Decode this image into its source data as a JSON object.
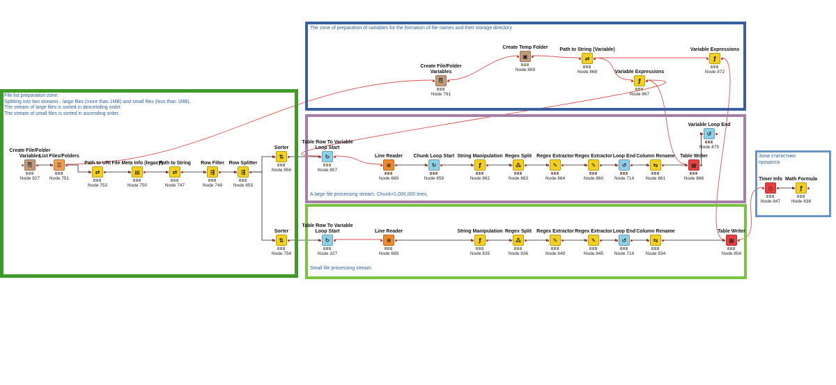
{
  "zones": [
    {
      "id": "top",
      "color": "#3a5fa0",
      "text_color": "#2b5ea0",
      "lines": [
        "The zone of preparation of variables for the formation of file names and their storage directory"
      ]
    },
    {
      "id": "left",
      "color": "#3f9a2a",
      "text_color": "#2b5ea0",
      "lines": [
        "File list preparation zone.",
        "Splitting into two streams - large files (more than 1MB) and small files (less than 1MB).",
        "The stream of large files is sorted in descending order.",
        "The stream of small files is sorted in ascending order."
      ]
    },
    {
      "id": "large",
      "color": "#a57fa8",
      "text_color": "#2b5ea0",
      "lines": [
        "A large file processing stream. Chunk=1,000,000 lines."
      ]
    },
    {
      "id": "small",
      "color": "#7cc242",
      "text_color": "#2b5ea0",
      "lines": [
        "Small file processing stream."
      ]
    },
    {
      "id": "stats",
      "color": "#6a93c0",
      "text_color": "#2b5ea0",
      "lines": [
        "Зона статистики",
        "процесса"
      ]
    }
  ],
  "nodes": [
    {
      "id": "n827",
      "label": "Create File/Folder Variables",
      "caption": "Node 827",
      "icon_name": "folder-variables-icon",
      "icon_color": "#c49a7a",
      "glyph": "⎘"
    },
    {
      "id": "n751",
      "label": "List Files/Folders",
      "caption": "Node 751",
      "icon_name": "list-files-icon",
      "icon_color": "#f0a050",
      "glyph": "☰"
    },
    {
      "id": "n753",
      "label": "Path to URI",
      "caption": "Node 753",
      "icon_name": "path-to-uri-icon",
      "icon_color": "#f5d020",
      "glyph": "⇄"
    },
    {
      "id": "n750",
      "label": "File Meta Info (legacy)",
      "caption": "Node 750",
      "icon_name": "file-meta-icon",
      "icon_color": "#f5d020",
      "glyph": "▤"
    },
    {
      "id": "n747",
      "label": "Path to String",
      "caption": "Node 747",
      "icon_name": "path-to-string-icon",
      "icon_color": "#f5d020",
      "glyph": "⇄"
    },
    {
      "id": "n749",
      "label": "Row Filter",
      "caption": "Node 749",
      "icon_name": "row-filter-icon",
      "icon_color": "#f5d020",
      "glyph": "⇶"
    },
    {
      "id": "n855",
      "label": "Row Splitter",
      "caption": "Node 855",
      "icon_name": "row-splitter-icon",
      "icon_color": "#f5d020",
      "glyph": "⇶"
    },
    {
      "id": "n856",
      "label": "Sorter",
      "caption": "Node 856",
      "icon_name": "sorter-icon",
      "icon_color": "#f5d020",
      "glyph": "⇅"
    },
    {
      "id": "n754",
      "label": "Sorter",
      "caption": "Node 754",
      "icon_name": "sorter-icon",
      "icon_color": "#f5d020",
      "glyph": "⇅"
    },
    {
      "id": "n761",
      "label": "Create File/Folder Variables",
      "caption": "Node 761",
      "icon_name": "folder-variables-icon",
      "icon_color": "#c49a7a",
      "glyph": "⎘"
    },
    {
      "id": "n869",
      "label": "Create Temp Folder",
      "caption": "Node 869",
      "icon_name": "temp-folder-icon",
      "icon_color": "#c49a7a",
      "glyph": "▣"
    },
    {
      "id": "n868",
      "label": "Path to String (Variable)",
      "caption": "Node 868",
      "icon_name": "path-to-string-icon",
      "icon_color": "#f5d020",
      "glyph": "⇄"
    },
    {
      "id": "n867",
      "label": "Variable Expressions",
      "caption": "Node 867",
      "icon_name": "variable-expressions-icon",
      "icon_color": "#f5d020",
      "glyph": "ƒ"
    },
    {
      "id": "n872",
      "label": "Variable Expressions",
      "caption": "Node 872",
      "icon_name": "variable-expressions-icon",
      "icon_color": "#f5d020",
      "glyph": "ƒ"
    },
    {
      "id": "n857",
      "label": "Table Row To Variable Loop Start",
      "caption": "Node 857",
      "icon_name": "loop-start-icon",
      "icon_color": "#8fd0e8",
      "glyph": "↻"
    },
    {
      "id": "n689a",
      "label": "Line Reader",
      "caption": "Node 689",
      "icon_name": "line-reader-icon",
      "icon_color": "#f08a30",
      "glyph": "≡"
    },
    {
      "id": "n859",
      "label": "Chunk Loop Start",
      "caption": "Node 859",
      "icon_name": "loop-start-icon",
      "icon_color": "#8fd0e8",
      "glyph": "↻"
    },
    {
      "id": "n862",
      "label": "String Manipulation",
      "caption": "Node 862",
      "icon_name": "string-manipulation-icon",
      "icon_color": "#f5d020",
      "glyph": "ƒ"
    },
    {
      "id": "n863",
      "label": "Regex Split",
      "caption": "Node 863",
      "icon_name": "regex-split-icon",
      "icon_color": "#f5d020",
      "glyph": "⁂"
    },
    {
      "id": "n864",
      "label": "Regex Extractor",
      "caption": "Node 864",
      "icon_name": "regex-extractor-icon",
      "icon_color": "#f5d020",
      "glyph": "✎"
    },
    {
      "id": "n860",
      "label": "Regex Extractor",
      "caption": "Node 860",
      "icon_name": "regex-extractor-icon",
      "icon_color": "#f5d020",
      "glyph": "✎"
    },
    {
      "id": "n714a",
      "label": "Loop End",
      "caption": "Node 714",
      "icon_name": "loop-end-icon",
      "icon_color": "#8fd0e8",
      "glyph": "↺"
    },
    {
      "id": "n861",
      "label": "Column Rename",
      "caption": "Node 861",
      "icon_name": "column-rename-icon",
      "icon_color": "#f5d020",
      "glyph": "⇆"
    },
    {
      "id": "n866",
      "label": "Table Writer",
      "caption": "Node 866",
      "icon_name": "table-writer-icon",
      "icon_color": "#e84040",
      "glyph": "▦"
    },
    {
      "id": "n875",
      "label": "Variable Loop End",
      "caption": "Node 875",
      "icon_name": "loop-end-icon",
      "icon_color": "#8fd0e8",
      "glyph": "↺"
    },
    {
      "id": "n327",
      "label": "Table Row To Variable Loop Start",
      "caption": "Node 327",
      "icon_name": "loop-start-icon",
      "icon_color": "#8fd0e8",
      "glyph": "↻"
    },
    {
      "id": "n689b",
      "label": "Line Reader",
      "caption": "Node 689",
      "icon_name": "line-reader-icon",
      "icon_color": "#f08a30",
      "glyph": "≡"
    },
    {
      "id": "n835",
      "label": "String Manipulation",
      "caption": "Node 835",
      "icon_name": "string-manipulation-icon",
      "icon_color": "#f5d020",
      "glyph": "ƒ"
    },
    {
      "id": "n836",
      "label": "Regex Split",
      "caption": "Node 836",
      "icon_name": "regex-split-icon",
      "icon_color": "#f5d020",
      "glyph": "⁂"
    },
    {
      "id": "n849",
      "label": "Regex Extractor",
      "caption": "Node 849",
      "icon_name": "regex-extractor-icon",
      "icon_color": "#f5d020",
      "glyph": "✎"
    },
    {
      "id": "n845",
      "label": "Regex Extractor",
      "caption": "Node 845",
      "icon_name": "regex-extractor-icon",
      "icon_color": "#f5d020",
      "glyph": "✎"
    },
    {
      "id": "n714b",
      "label": "Loop End",
      "caption": "Node 714",
      "icon_name": "loop-end-icon",
      "icon_color": "#8fd0e8",
      "glyph": "↺"
    },
    {
      "id": "n834",
      "label": "Column Rename",
      "caption": "Node 834",
      "icon_name": "column-rename-icon",
      "icon_color": "#f5d020",
      "glyph": "⇆"
    },
    {
      "id": "n854",
      "label": "Table Writer",
      "caption": "Node 854",
      "icon_name": "table-writer-icon",
      "icon_color": "#e84040",
      "glyph": "▦"
    },
    {
      "id": "n847",
      "label": "Timer Info",
      "caption": "Node 847",
      "icon_name": "timer-info-icon",
      "icon_color": "#e84040",
      "glyph": "◷"
    },
    {
      "id": "n838",
      "label": "Math Formula",
      "caption": "Node 838",
      "icon_name": "math-formula-icon",
      "icon_color": "#f5d020",
      "glyph": "ƒ"
    }
  ],
  "data_edges": [
    [
      "n827",
      "n751"
    ],
    [
      "n751",
      "n753"
    ],
    [
      "n753",
      "n750"
    ],
    [
      "n750",
      "n747"
    ],
    [
      "n747",
      "n749"
    ],
    [
      "n749",
      "n855"
    ],
    [
      "n855",
      "n856"
    ],
    [
      "n855",
      "n754"
    ],
    [
      "n856",
      "n857"
    ],
    [
      "n754",
      "n327"
    ],
    [
      "n689a",
      "n859"
    ],
    [
      "n859",
      "n862"
    ],
    [
      "n862",
      "n863"
    ],
    [
      "n863",
      "n864"
    ],
    [
      "n864",
      "n860"
    ],
    [
      "n860",
      "n714a"
    ],
    [
      "n714a",
      "n861"
    ],
    [
      "n861",
      "n866"
    ],
    [
      "n689b",
      "n835"
    ],
    [
      "n835",
      "n836"
    ],
    [
      "n836",
      "n849"
    ],
    [
      "n849",
      "n845"
    ],
    [
      "n845",
      "n714b"
    ],
    [
      "n714b",
      "n834"
    ],
    [
      "n834",
      "n854"
    ],
    [
      "n847",
      "n838"
    ],
    [
      "n866",
      "n875"
    ]
  ],
  "var_edges": [
    [
      "n751",
      "n761"
    ],
    [
      "n761",
      "n869"
    ],
    [
      "n869",
      "n868"
    ],
    [
      "n868",
      "n872"
    ],
    [
      "n868",
      "n867"
    ],
    [
      "n867",
      "n857"
    ],
    [
      "n867",
      "n866"
    ],
    [
      "n872",
      "n854"
    ],
    [
      "n857",
      "n689a"
    ],
    [
      "n327",
      "n689b"
    ],
    [
      "n854",
      "n847"
    ]
  ],
  "colors": {
    "data_edge": "#222222",
    "var_edge": "#d9534f",
    "state_grey": "#bbbbbb",
    "state_red": "#e05050",
    "state_yellow": "#f0c020",
    "state_green": "#60c040"
  }
}
